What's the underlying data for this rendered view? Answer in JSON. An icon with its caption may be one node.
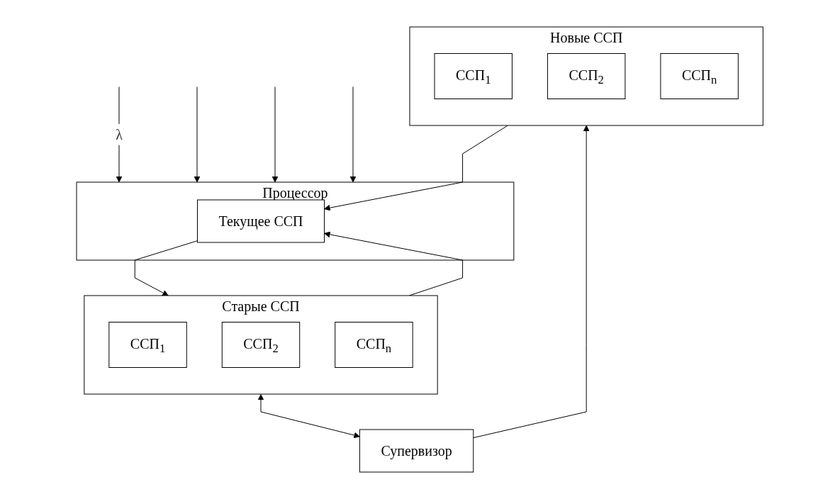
{
  "diagram": {
    "nodes": [
      {
        "text": [
          "Старые ССП"
        ]
      },
      {
        "text": [
          "ССП$_{1}$"
        ],
        "in": 0
      },
      {
        "text": [
          "ССП$_{2}$"
        ],
        "in": 0
      },
      {
        "text": [
          "ССП$_{n}$"
        ],
        "in": 0
      },
      {
        "text": [
          "Процессор"
        ]
      },
      {
        "text": [
          "Текущее ССП"
        ],
        "in": 4
      },
      {
        "text": [
          "Новые ССП"
        ]
      },
      {
        "text": [
          "ССП$_{1}$"
        ],
        "in": 6
      },
      {
        "text": [
          "ССП$_{2}$"
        ],
        "in": 6
      },
      {
        "text": [
          "ССП$_{n}$"
        ],
        "in": 6
      },
      {
        "text": [
          "Супервизор"
        ]
      }
    ],
    "edges": [
      {
        "from": null,
        "to": 4,
        "arrow": "to",
        "label": "λ"
      },
      {
        "from": null,
        "to": 4,
        "arrow": "to"
      },
      {
        "from": null,
        "to": 4,
        "arrow": "to"
      },
      {
        "from": null,
        "to": 4,
        "arrow": "to"
      },
      {
        "from": 5,
        "to": 0,
        "arrow": "to"
      },
      {
        "from": 0,
        "to": 5,
        "arrow": "to"
      },
      {
        "from": 6,
        "to": 5,
        "arrow": "to"
      },
      {
        "from": 0,
        "to": 10,
        "arrow": "both"
      },
      {
        "from": 10,
        "to": 6,
        "arrow": "to"
      }
    ]
  }
}
